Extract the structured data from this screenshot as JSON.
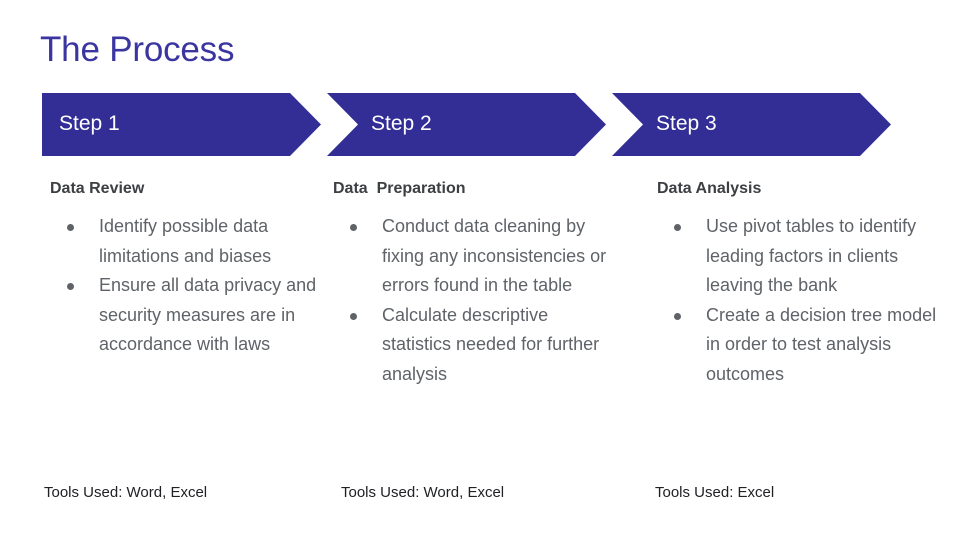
{
  "slide": {
    "title": "The Process",
    "background_color": "#ffffff",
    "accent_color": "#332e96",
    "title_color": "#3b35a0",
    "heading_color": "#3c4043",
    "body_color": "#5f6368",
    "footer_color": "#202124"
  },
  "banners": [
    {
      "label": "Step 1"
    },
    {
      "label": "Step 2"
    },
    {
      "label": "Step 3"
    }
  ],
  "columns": [
    {
      "heading": "Data Review",
      "bullets": [
        "Identify possible data limitations and biases",
        "Ensure all data privacy and security measures are in accordance with laws"
      ],
      "tools": "Tools Used: Word, Excel"
    },
    {
      "heading": "Data  Preparation",
      "bullets": [
        "Conduct data cleaning by fixing any inconsistencies or errors found in the table",
        "Calculate descriptive statistics needed for further analysis"
      ],
      "tools": "Tools Used: Word, Excel"
    },
    {
      "heading": "Data Analysis",
      "bullets": [
        "Use pivot tables to identify leading factors in clients leaving the bank",
        "Create a decision tree model in order to test analysis outcomes"
      ],
      "tools": "Tools Used: Excel"
    }
  ]
}
